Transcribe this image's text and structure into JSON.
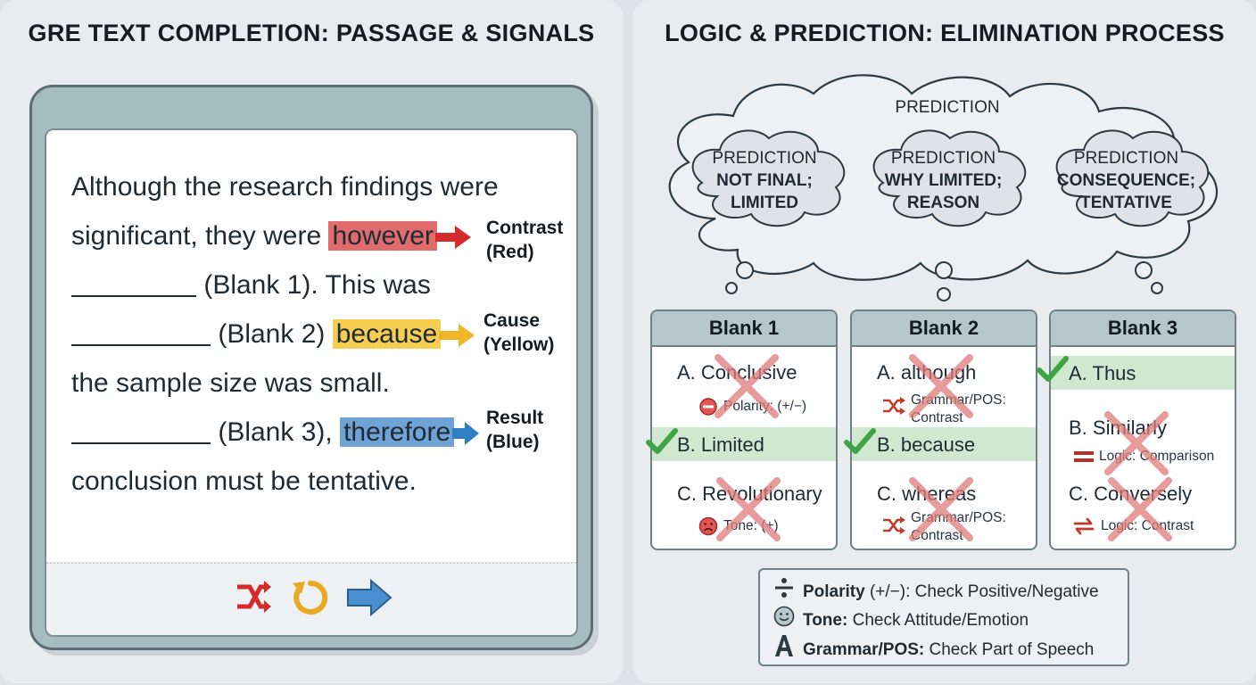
{
  "left_panel": {
    "title": "GRE TEXT COMPLETION: PASSAGE & SIGNALS",
    "passage": {
      "line1": "Although the research findings were",
      "line2_pre": "significant, they were ",
      "line2_signal": "however",
      "line3_post": " (Blank 1). This was",
      "line4_post": " (Blank 2) ",
      "line4_signal": "because",
      "line5": "the sample size was small.",
      "line6_post": " (Blank 3), ",
      "line6_signal": "therefore",
      "line7": "conclusion must be tentative."
    },
    "signals": {
      "contrast_line1": "Contrast",
      "contrast_line2": "(Red)",
      "cause_line1": "Cause",
      "cause_line2": "(Yellow)",
      "result_line1": "Result",
      "result_line2": "(Blue)"
    },
    "footer_icons": [
      "shuffle-icon",
      "refresh-icon",
      "next-arrow-icon"
    ]
  },
  "right_panel": {
    "title": "LOGIC & PREDICTION: ELIMINATION PROCESS",
    "cloud": {
      "heading": "PREDICTION",
      "predictions": [
        {
          "label": "PREDICTION",
          "line1": "NOT FINAL;",
          "line2": "LIMITED"
        },
        {
          "label": "PREDICTION",
          "line1": "WHY LIMITED;",
          "line2": "REASON"
        },
        {
          "label": "PREDICTION",
          "line1": "CONSEQUENCE;",
          "line2": "TENTATIVE"
        }
      ]
    },
    "blanks": [
      {
        "title": "Blank 1",
        "options": [
          {
            "label": "A. Conclusive",
            "note": "Polarity: (+/−)",
            "note_icon": "minus-circle-icon",
            "eliminated": true
          },
          {
            "label": "B. Limited",
            "correct": true
          },
          {
            "label": "C. Revolutionary",
            "note": "Tone: (+)",
            "note_icon": "frown-face-icon",
            "eliminated": true
          }
        ]
      },
      {
        "title": "Blank 2",
        "options": [
          {
            "label": "A. although",
            "note1": "Grammar/POS:",
            "note2": "Contrast",
            "note_icon": "shuffle-icon",
            "eliminated": true
          },
          {
            "label": "B. because",
            "correct": true
          },
          {
            "label": "C. whereas",
            "note1": "Grammar/POS:",
            "note2": "Contrast",
            "note_icon": "shuffle-icon",
            "eliminated": true
          }
        ]
      },
      {
        "title": "Blank 3",
        "options": [
          {
            "label": "A. Thus",
            "correct": true
          },
          {
            "label": "B. Similarly",
            "note": "Logic: Comparison",
            "note_icon": "equals-icon",
            "eliminated": true
          },
          {
            "label": "C. Conversely",
            "note": "Logic: Contrast",
            "note_icon": "swap-icon",
            "eliminated": true
          }
        ]
      }
    ],
    "legend": [
      {
        "icon": "divide-icon",
        "term": "Polarity",
        "rest": " (+/−): Check Positive/Negative"
      },
      {
        "icon": "smiley-icon",
        "term": "Tone:",
        "rest": " Check Attitude/Emotion"
      },
      {
        "icon": "letter-a-icon",
        "term": "Grammar/POS:",
        "rest": " Check Part of Speech"
      }
    ],
    "colors": {
      "contrast": "#d62b2b",
      "cause": "#f0b429",
      "result": "#2f7fc4",
      "correct": "#3fa544",
      "eliminate": "#e07b7b"
    }
  }
}
